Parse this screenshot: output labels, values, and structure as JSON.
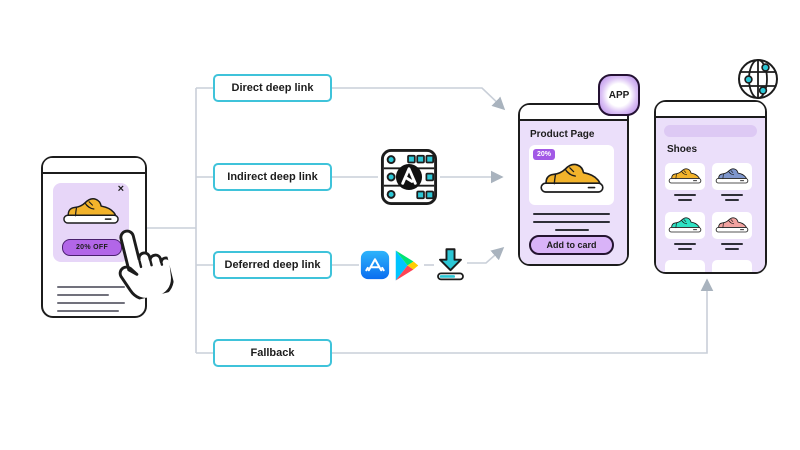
{
  "ad_phone": {
    "close_icon": "×",
    "discount_button": "20% OFF"
  },
  "branches": [
    {
      "label": "Direct deep link"
    },
    {
      "label": "Indirect deep link"
    },
    {
      "label": "Deferred deep link"
    },
    {
      "label": "Fallback"
    }
  ],
  "app_phone": {
    "badge": "APP",
    "title": "Product Page",
    "discount_badge": "20%",
    "cta": "Add to card"
  },
  "web_phone": {
    "title": "Shoes",
    "products": [
      {
        "color": "#f2b32b"
      },
      {
        "color": "#7e96cc"
      },
      {
        "color": "#2fe2c4"
      },
      {
        "color": "#f2a3a0"
      }
    ]
  },
  "colors": {
    "accent_teal": "#3fc3da",
    "icon_teal": "#2cc7d6",
    "accent_purple": "#b266e8",
    "lavender": "#ebdffa",
    "connector_gray": "#c9cfd8",
    "sneaker_yellow": "#f2b32b"
  }
}
